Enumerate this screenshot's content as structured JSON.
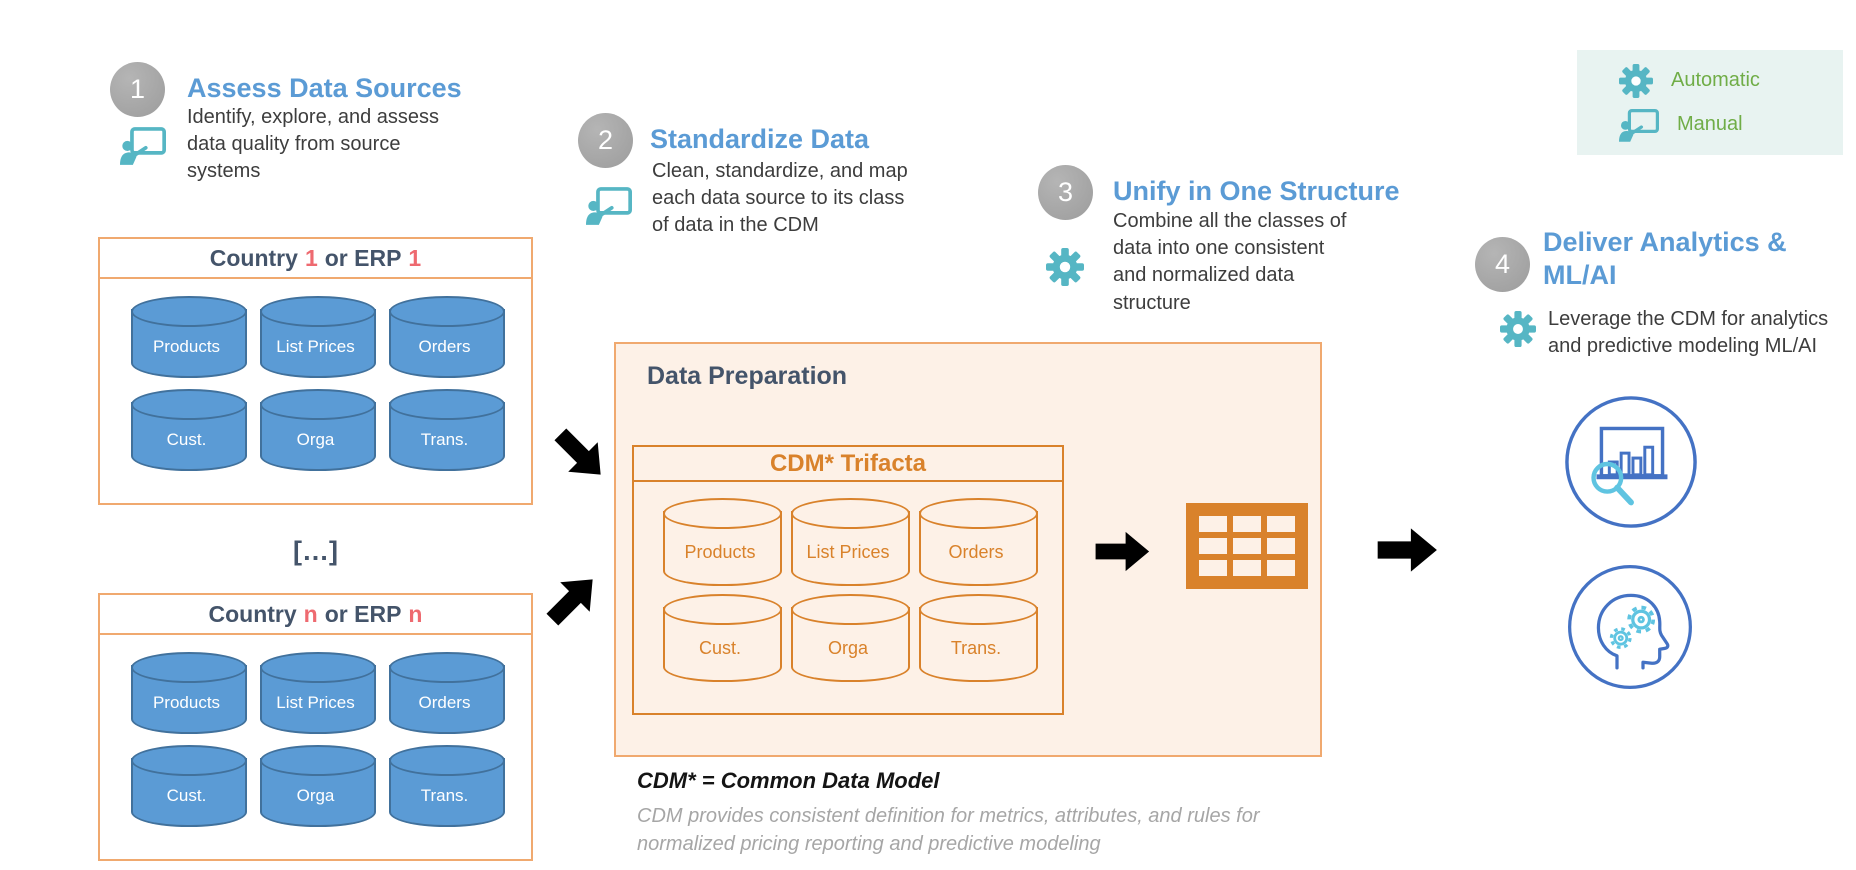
{
  "legend": {
    "automatic_label": "Automatic",
    "manual_label": "Manual"
  },
  "steps": [
    {
      "number": "1",
      "title": "Assess Data Sources",
      "description": "Identify, explore, and assess data quality from source systems",
      "mode": "manual"
    },
    {
      "number": "2",
      "title": "Standardize Data",
      "description": "Clean, standardize, and map each data source to its class of data in the CDM",
      "mode": "manual"
    },
    {
      "number": "3",
      "title": "Unify in One Structure",
      "description": "Combine all the classes of data into one consistent and normalized data structure",
      "mode": "automatic"
    },
    {
      "number": "4",
      "title": "Deliver Analytics & ML/AI",
      "description": "Leverage the CDM for analytics and predictive modeling ML/AI",
      "mode": "automatic"
    }
  ],
  "source_boxes": [
    {
      "title_parts": [
        "Country",
        "1",
        "or ERP",
        "1"
      ],
      "cylinders": [
        "Products",
        "List Prices",
        "Orders",
        "Cust.",
        "Orga",
        "Trans."
      ]
    },
    {
      "title_parts": [
        "Country",
        "n",
        "or ERP",
        "n"
      ],
      "cylinders": [
        "Products",
        "List Prices",
        "Orders",
        "Cust.",
        "Orga",
        "Trans."
      ]
    }
  ],
  "ellipsis": "[…]",
  "data_preparation": {
    "title": "Data Preparation",
    "cdm_title": "CDM* Trifacta",
    "cylinders": [
      "Products",
      "List Prices",
      "Orders",
      "Cust.",
      "Orga",
      "Trans."
    ]
  },
  "footnote": {
    "title": "CDM* = Common Data Model",
    "body": "CDM provides consistent definition for metrics, attributes, and rules for normalized pricing reporting and predictive modeling"
  },
  "colors": {
    "step_heading_blue": "#5b9bd5",
    "navy": "#44546a",
    "orange": "#d9822b",
    "orange_light_border": "#f0a96f",
    "peach_bg": "#fdf1e7",
    "teal_icon": "#56b6c4",
    "legend_green": "#70ad47",
    "legend_bg": "#e8f3f1",
    "coral_variable": "#ee6a70",
    "badge_gray": "#a6a6a6",
    "cylinder_blue": "#5b9bd5",
    "cylinder_blue_border": "#41719c",
    "circle_icon_blue": "#4472c4",
    "circle_icon_cyan": "#5fc4e1",
    "footnote_gray": "#a6a6a6"
  }
}
